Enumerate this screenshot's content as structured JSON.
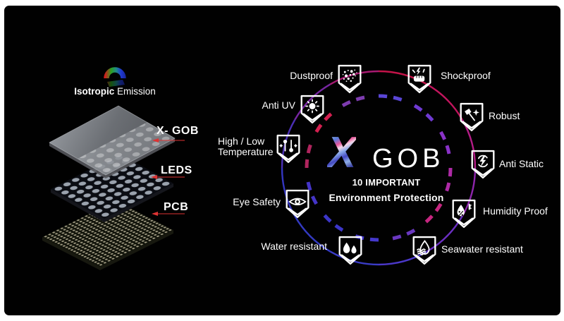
{
  "colors": {
    "background": "#010101",
    "frame": "#ffffff",
    "pointer_red": "#dd3333",
    "shield_stroke": "#ffffff",
    "ring_outer": [
      "#c31349",
      "#c3155e",
      "#b31c86",
      "#8e25ac",
      "#6b2fc2",
      "#4b38c9",
      "#3a3cc6",
      "#333ac2",
      "#3436c0",
      "#4b2fb5",
      "#7726a2",
      "#a81a72"
    ],
    "ring_dashed": [
      "#5a46d6",
      "#6f3ad2",
      "#8a32c8",
      "#ae2aa6",
      "#c62680",
      "#6a38c0",
      "#4438cc",
      "#3c36c8",
      "#4434c8",
      "#b0255e",
      "#d42050",
      "#7e3cb0"
    ]
  },
  "left_panel": {
    "emission": {
      "bold": "Isotropic",
      "rest": " Emission"
    },
    "emission_icon": "rainbow-arc-icon",
    "layers": [
      {
        "label": "X- GOB",
        "icon": "glass-layer"
      },
      {
        "label": "LEDS",
        "icon": "led-layer"
      },
      {
        "label": "PCB",
        "icon": "pcb-layer"
      }
    ]
  },
  "center": {
    "logo_x": "X",
    "logo_gob": "GOB",
    "subtitle1": "10 IMPORTANT",
    "subtitle2": "Environment Protection"
  },
  "features": [
    {
      "label": "Dustproof",
      "icon": "dustproof-icon",
      "side": "left"
    },
    {
      "label": "Shockproof",
      "icon": "shockproof-icon",
      "side": "right"
    },
    {
      "label": "Anti UV",
      "icon": "anti-uv-icon",
      "side": "left"
    },
    {
      "label": "Robust",
      "icon": "robust-icon",
      "side": "right"
    },
    {
      "label": "High / Low",
      "label2": "Temperature",
      "icon": "high-low-temperature-icon",
      "side": "left"
    },
    {
      "label": "Anti Static",
      "icon": "anti-static-icon",
      "side": "right"
    },
    {
      "label": "Eye Safety",
      "icon": "eye-safety-icon",
      "side": "left"
    },
    {
      "label": "Humidity Proof",
      "icon": "humidity-proof-icon",
      "side": "right"
    },
    {
      "label": "Water resistant",
      "icon": "water-resistant-icon",
      "side": "left"
    },
    {
      "label": "Seawater resistant",
      "icon": "seawater-resistant-icon",
      "side": "right"
    }
  ]
}
